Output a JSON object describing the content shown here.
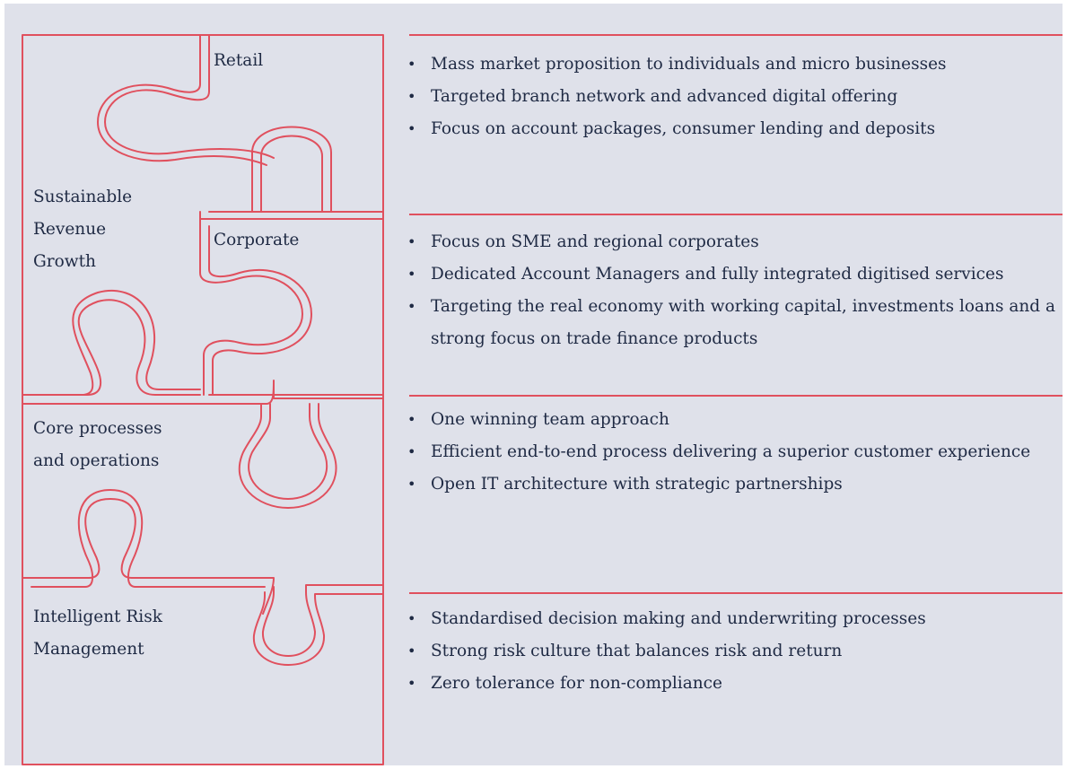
{
  "colors": {
    "background": "#dfe1ea",
    "accent": "#e0505e",
    "text": "#1f2a44"
  },
  "puzzle": {
    "retail": "Retail",
    "sustainable": "Sustainable\nRevenue\nGrowth",
    "corporate": "Corporate",
    "core": "Core processes\nand operations",
    "risk": "Intelligent Risk\nManagement"
  },
  "sections": [
    {
      "bullets": [
        "Mass market proposition to individuals and micro businesses",
        "Targeted branch network and advanced digital offering",
        "Focus on account packages, consumer lending and deposits"
      ]
    },
    {
      "bullets": [
        "Focus on SME and regional corporates",
        "Dedicated Account Managers and fully integrated digitised services",
        "Targeting the real economy with working capital, investments loans and a strong focus on trade finance products"
      ]
    },
    {
      "bullets": [
        "One winning team approach",
        "Efficient end-to-end process delivering a superior customer experience",
        "Open IT architecture with strategic partnerships"
      ]
    },
    {
      "bullets": [
        "Standardised decision making and underwriting processes",
        "Strong risk culture that balances risk and return",
        "Zero tolerance for non-compliance"
      ]
    }
  ]
}
